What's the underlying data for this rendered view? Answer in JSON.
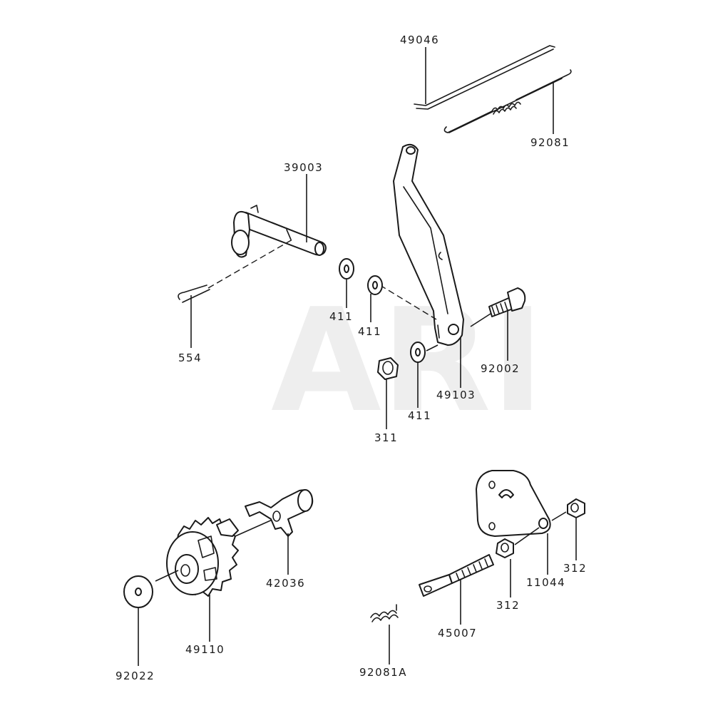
{
  "watermark": "ARI",
  "parts": {
    "p49046": "49046",
    "p92081": "92081",
    "p39003": "39003",
    "p554": "554",
    "p411_a": "411",
    "p411_b": "411",
    "p411_c": "411",
    "p92002": "92002",
    "p49103": "49103",
    "p311": "311",
    "p42036": "42036",
    "p49110": "49110",
    "p92022": "92022",
    "p92081A": "92081A",
    "p45007": "45007",
    "p312_a": "312",
    "p312_b": "312",
    "p11044": "11044"
  }
}
